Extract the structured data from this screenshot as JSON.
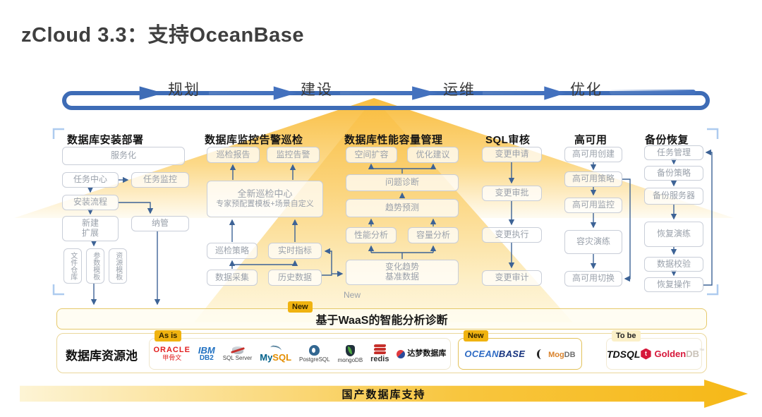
{
  "title": "zCloud 3.3：支持OceanBase",
  "lifecycle": {
    "stages": [
      "规划",
      "建设",
      "运维",
      "优化"
    ]
  },
  "columns": [
    {
      "header": "数据库安装部署",
      "boxes": {
        "servicization": "服务化",
        "task_center": "任务中心",
        "task_monitor": "任务监控",
        "install_process": "安装流程",
        "create": "新建",
        "expand": "扩展",
        "takeover": "纳管",
        "file_repo": "文件仓库",
        "param_template": "参数模板",
        "resource_template": "资源模板"
      }
    },
    {
      "header": "数据库监控告警巡检",
      "boxes": {
        "inspection_report": "巡检报告",
        "monitor_alert": "监控告警",
        "center_line1": "全新巡检中心",
        "center_line2": "专家预配置模板+场景自定义",
        "inspection_policy": "巡检策略",
        "realtime_metrics": "实时指标",
        "data_collection": "数据采集",
        "history_data": "历史数据"
      }
    },
    {
      "header": "数据库性能容量管理",
      "boxes": {
        "space_expansion": "空间扩容",
        "optimize_advice": "优化建议",
        "problem_diagnosis": "问题诊断",
        "trend_forecast": "趋势预测",
        "performance_analysis": "性能分析",
        "capacity_analysis": "容量分析",
        "change_trend": "变化趋势",
        "baseline_data": "基准数据",
        "new_note": "New"
      }
    },
    {
      "header": "SQL审核",
      "boxes": {
        "change_request": "变更申请",
        "change_approval": "变更审批",
        "change_execution": "变更执行",
        "change_audit": "变更审计"
      }
    },
    {
      "header": "高可用",
      "boxes": {
        "ha_create": "高可用创建",
        "ha_policy": "高可用策略",
        "ha_monitor": "高可用监控",
        "dr_drill": "容灾演练",
        "ha_switch": "高可用切换"
      }
    },
    {
      "header": "备份恢复",
      "boxes": {
        "task_mgmt": "任务管理",
        "backup_policy": "备份策略",
        "backup_server": "备份服务器",
        "restore_drill": "恢复演练",
        "data_verify": "数据校验",
        "restore_operation": "恢复操作"
      }
    }
  ],
  "waas": {
    "badge": "New",
    "label": "基于WaaS的智能分析诊断"
  },
  "resource_pool": {
    "label": "数据库资源池",
    "groups": [
      {
        "badge": "As is"
      },
      {
        "badge": "New"
      },
      {
        "badge": "To be"
      }
    ],
    "logos": {
      "oracle": {
        "line1": "ORACLE",
        "line2": "甲骨文"
      },
      "ibm": {
        "line1": "IBM",
        "line2": "DB2"
      },
      "sqlserver": {
        "label": "SQL Server"
      },
      "mysql": {
        "part1": "My",
        "part2": "SQL"
      },
      "postgresql": {
        "label": "PostgreSQL"
      },
      "mongodb": {
        "label": "mongoDB"
      },
      "redis": {
        "label": "redis"
      },
      "dameng": {
        "label": "达梦数据库"
      },
      "oceanbase": {
        "part1": "OCEAN",
        "part2": "BASE"
      },
      "mogdb": {
        "part1": "Mog",
        "part2": "DB"
      },
      "tdsql": {
        "part1": "TD",
        "part2": "SQL"
      },
      "goldendb": {
        "part1": "Golden",
        "part2": "DB",
        "tm": "™"
      }
    }
  },
  "bottom_arrow": {
    "label": "国产数据库支持"
  },
  "colors": {
    "accent_blue": "#3E6CB6",
    "accent_gold": "#F0B310",
    "triangle_gold": "#F9BD3E"
  }
}
